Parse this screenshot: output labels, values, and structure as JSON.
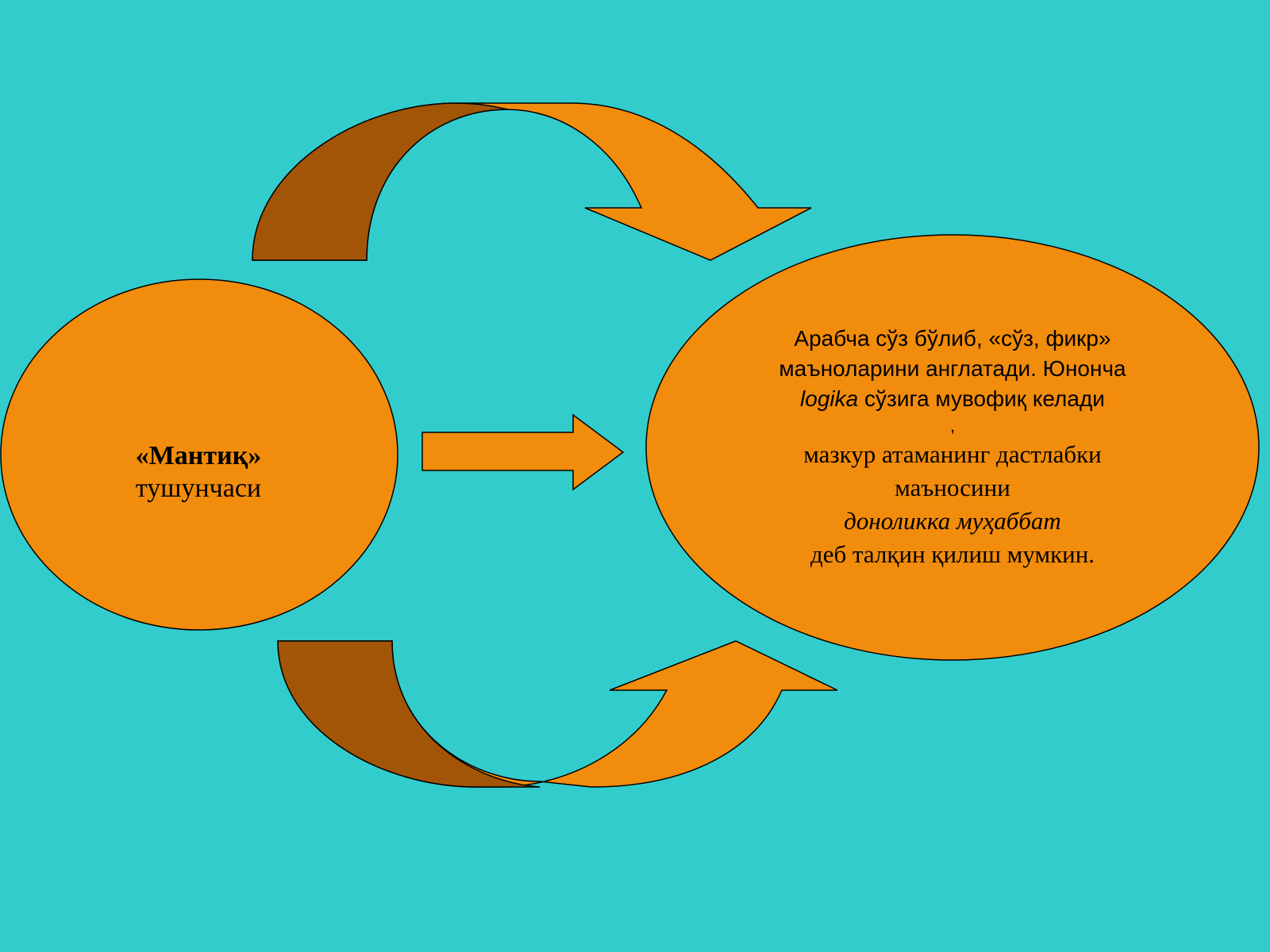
{
  "colors": {
    "background": "#33CCCC",
    "shape_fill": "#F28C0C",
    "shape_shadow": "#A35507",
    "outline": "#000000",
    "text": "#000000"
  },
  "left_node": {
    "title": "«Мантиқ»",
    "subtitle": "тушунчаси"
  },
  "right_node": {
    "line1": "Арабча сўз бўлиб, «сўз, фикр»",
    "line2": "маъноларини англатади. Юнонча",
    "line3_italic": "logika",
    "line3_rest": " сўзига мувофиқ келади",
    "line4": ",",
    "line5": "мазкур атаманинг дастлабки",
    "line6": "маъносини",
    "line7": "доноликка муҳаббат",
    "line8": "деб талқин қилиш мумкин."
  },
  "connectors": [
    {
      "kind": "curved-arrow-top"
    },
    {
      "kind": "straight-arrow-middle"
    },
    {
      "kind": "curved-arrow-bottom"
    }
  ]
}
